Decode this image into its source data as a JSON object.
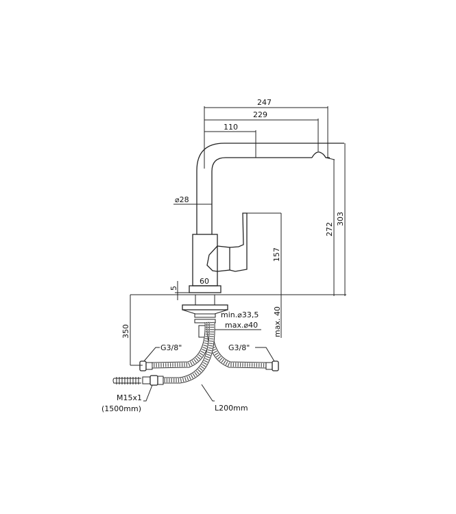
{
  "dimensions": {
    "d247": "247",
    "d229": "229",
    "d110": "110",
    "diameter28": "⌀28",
    "d157": "157",
    "d272": "272",
    "d303": "303",
    "d60": "60",
    "d5": "5",
    "d350": "350",
    "min_diameter": "min.⌀33,5",
    "max_diameter": "max.⌀40",
    "max40": "max. 40"
  },
  "callouts": {
    "thread_left": "G3/8\"",
    "thread_right": "G3/8\"",
    "shower_thread": "M15x1",
    "shower_length": "(1500mm)",
    "hose_length": "L200mm"
  }
}
